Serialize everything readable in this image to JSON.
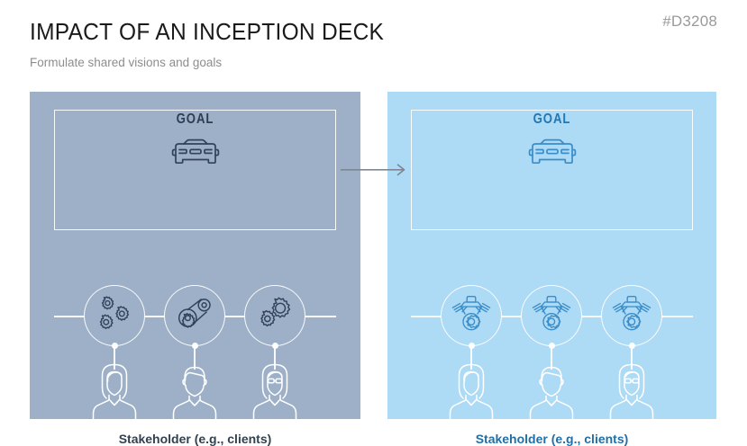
{
  "header": {
    "title": "IMPACT OF AN INCEPTION DECK",
    "subtitle": "Formulate shared visions and goals",
    "page_code": "#D3208"
  },
  "colors": {
    "panel_left_bg": "#9db0c8",
    "panel_right_bg": "#addaf4",
    "goal_left_text": "#2f3d52",
    "goal_right_text": "#2277b5",
    "caption_left_text": "#33414f",
    "caption_right_text": "#1f6fa8",
    "stroke_white": "#ffffff",
    "icon_dark": "#33415a",
    "icon_blue": "#3a8dc8",
    "arrow": "#7d8794",
    "title_text": "#1a1a1a",
    "subtitle_text": "#8d8d8d",
    "page_code_text": "#9a9a9a"
  },
  "panels": [
    {
      "id": "before",
      "goal_label": "GOAL",
      "goal_icon": "car-icon",
      "caption": "Stakeholder (e.g., clients)",
      "nodes": [
        {
          "icon": "gears-cluster-icon",
          "person": "person-long-hair-icon"
        },
        {
          "icon": "belt-pulley-icon",
          "person": "person-short-hair-icon"
        },
        {
          "icon": "two-gears-icon",
          "person": "person-glasses-icon"
        }
      ]
    },
    {
      "id": "after",
      "goal_label": "GOAL",
      "goal_icon": "car-icon",
      "caption": "Stakeholder (e.g., clients)",
      "nodes": [
        {
          "icon": "engine-icon",
          "person": "person-long-hair-icon"
        },
        {
          "icon": "engine-icon",
          "person": "person-short-hair-icon"
        },
        {
          "icon": "engine-icon",
          "person": "person-glasses-icon"
        }
      ]
    }
  ],
  "arrow": {
    "name": "transition-arrow"
  }
}
